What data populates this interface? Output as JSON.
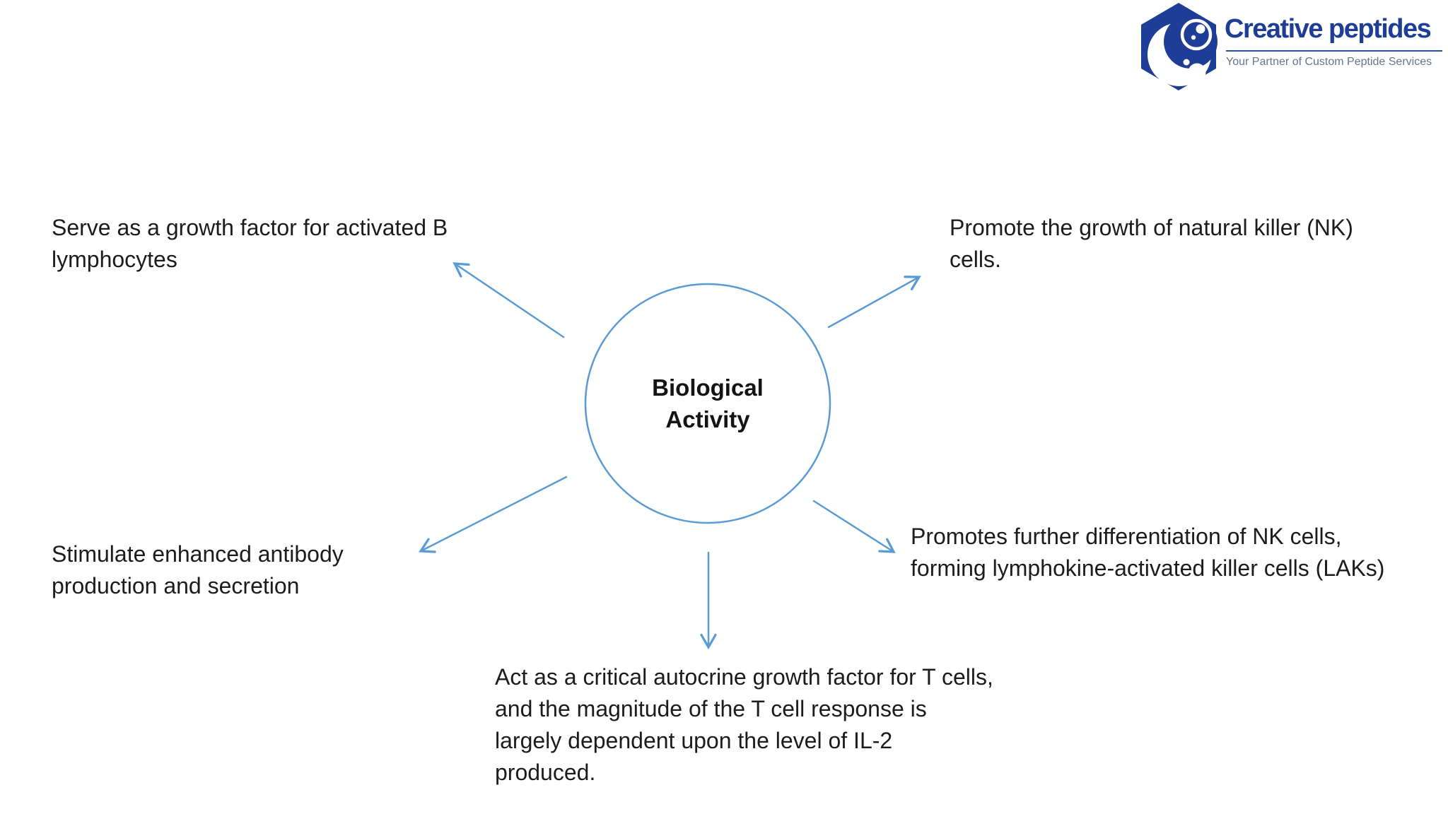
{
  "logo": {
    "name": "Creative peptides",
    "tagline": "Your Partner of Custom Peptide Services",
    "brand_color": "#1e3d96",
    "tagline_color": "#68758a",
    "mark": "hexagon-crescent-bubbles-icon"
  },
  "diagram": {
    "type": "radial-spoke-diagram",
    "accent_color": "#5b9bd5",
    "text_color": "#1c1c1c",
    "center_label": "Biological\nActivity",
    "nodes": [
      {
        "id": "top-left",
        "text": "Serve as a growth factor for activated B\nlymphocytes"
      },
      {
        "id": "top-right",
        "text": "Promote the growth of natural killer (NK)\ncells."
      },
      {
        "id": "bottom-left",
        "text": "Stimulate enhanced antibody\nproduction and secretion"
      },
      {
        "id": "bottom-right",
        "text": "Promotes further differentiation of NK cells,\nforming lymphokine-activated killer cells (LAKs)"
      },
      {
        "id": "bottom",
        "text": "Act as a critical autocrine growth factor for T cells,\nand the magnitude of the T cell response is\nlargely dependent upon the level of IL-2\nproduced."
      }
    ]
  }
}
